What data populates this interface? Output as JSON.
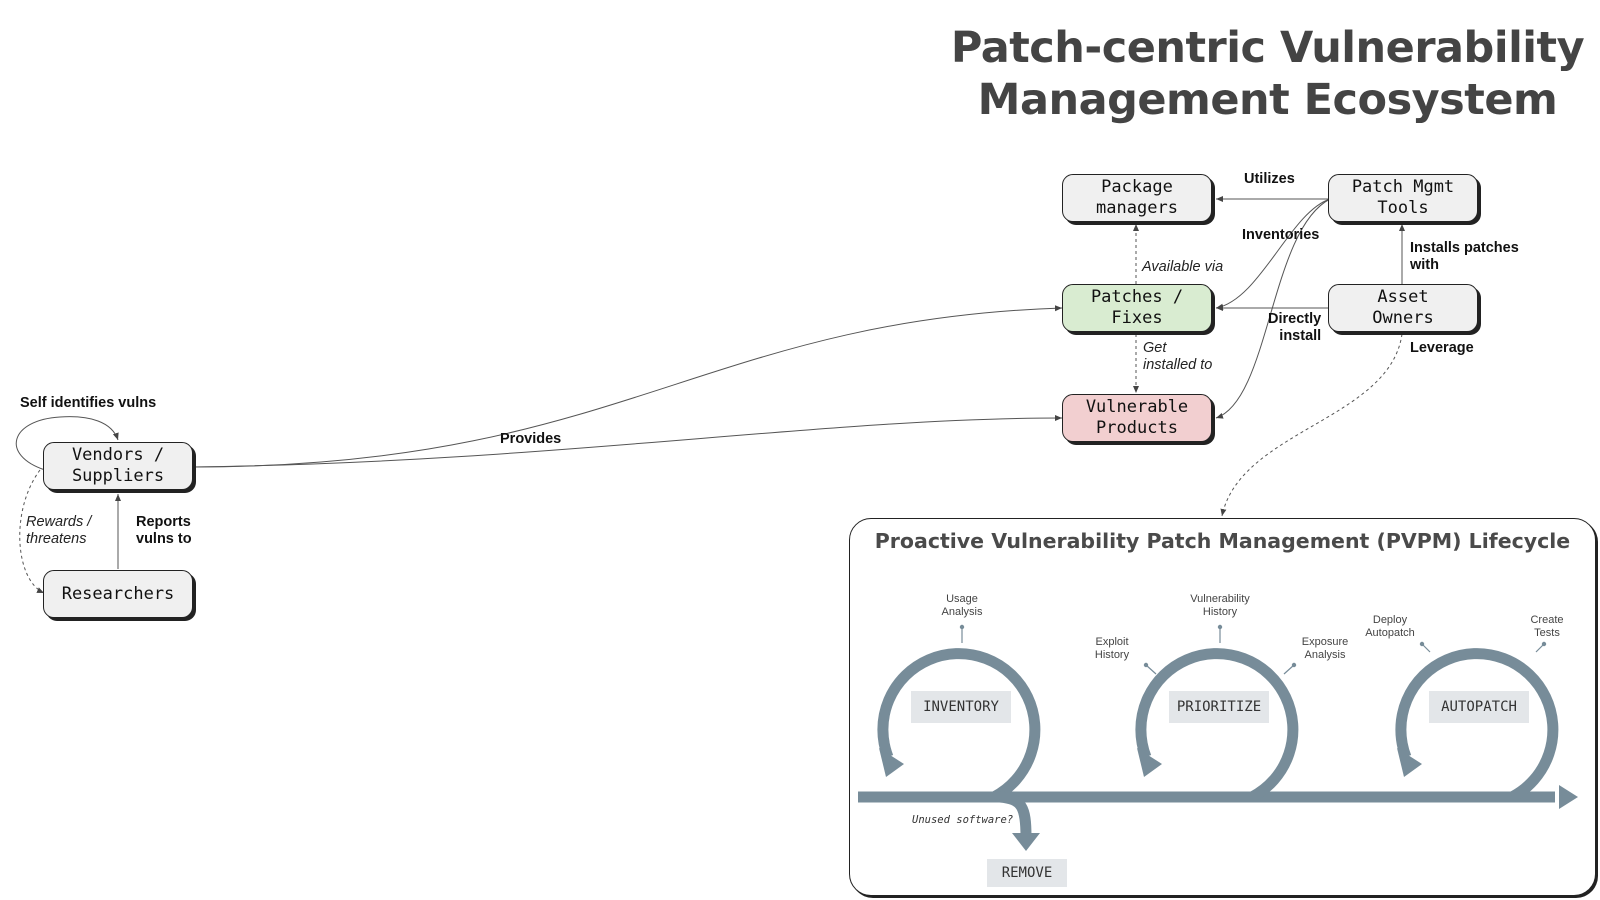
{
  "title": "Patch-centric Vulnerability\nManagement Ecosystem",
  "nodes": {
    "package_managers": "Package\nmanagers",
    "patch_mgmt_tools": "Patch Mgmt\nTools",
    "patches_fixes": "Patches /\nFixes",
    "asset_owners": "Asset\nOwners",
    "vulnerable_products": "Vulnerable\nProducts",
    "vendors_suppliers": "Vendors /\nSuppliers",
    "researchers": "Researchers"
  },
  "edge_labels": {
    "utilizes": "Utilizes",
    "inventories": "Inventories",
    "installs_patches_with": "Installs patches\nwith",
    "available_via": "Available via",
    "directly_install": "Directly\ninstall",
    "get_installed_to": "Get\ninstalled to",
    "leverage": "Leverage",
    "self_identifies_vulns": "Self identifies  vulns",
    "provides": "Provides",
    "rewards_threatens": "Rewards /\nthreatens",
    "reports_vulns_to": "Reports\nvulns to"
  },
  "lifecycle": {
    "title": "Proactive Vulnerability Patch Management (PVPM) Lifecycle",
    "stages": [
      "INVENTORY",
      "PRIORITIZE",
      "AUTOPATCH"
    ],
    "remove": "REMOVE",
    "unused_software": "Unused software?",
    "sublabels": {
      "usage_analysis": "Usage\nAnalysis",
      "exploit_history": "Exploit\nHistory",
      "vulnerability_history": "Vulnerability\nHistory",
      "exposure_analysis": "Exposure\nAnalysis",
      "deploy_autopatch": "Deploy\nAutopatch",
      "create_tests": "Create\nTests"
    }
  },
  "colors": {
    "node_default": "#f0f0f0",
    "node_patches": "#d9ecd1",
    "node_vulnerable": "#f2cfd0",
    "lifecycle_arrow": "#778c99",
    "title_text": "#444444"
  }
}
